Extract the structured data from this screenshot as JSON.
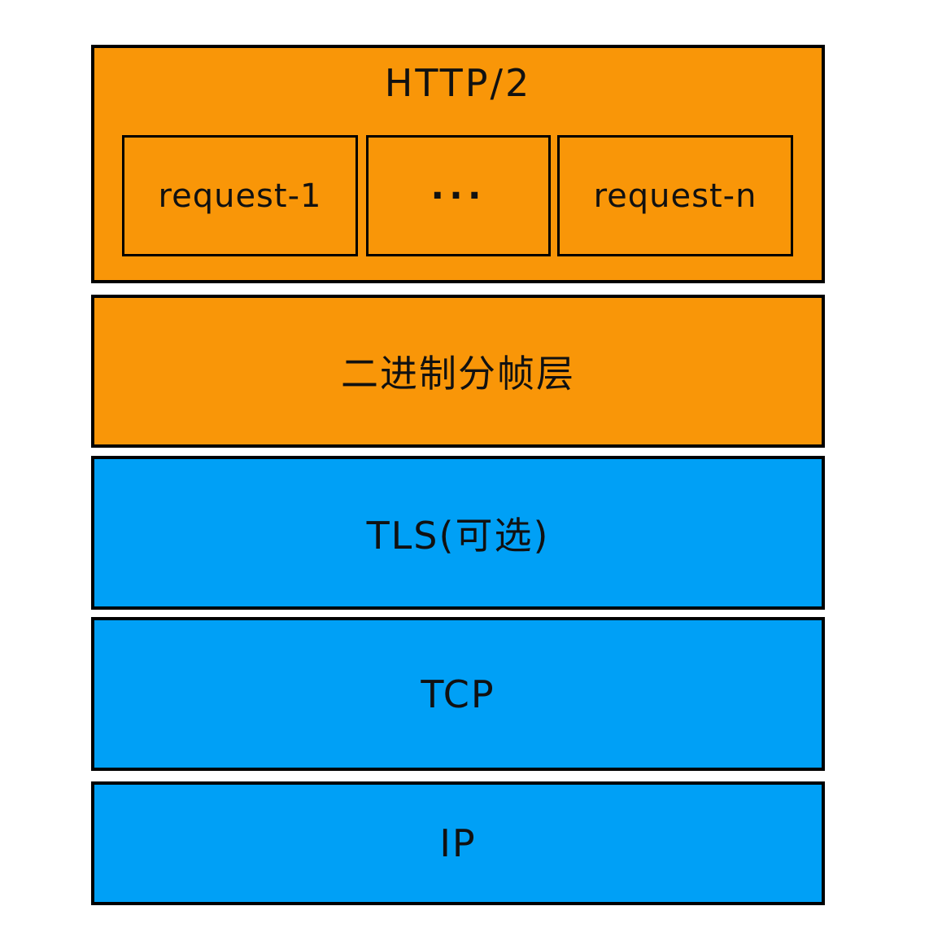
{
  "diagram": {
    "type": "layer-stack",
    "colors": {
      "orange": "#F99608",
      "blue": "#00A0F6",
      "border": "#000000",
      "text": "#111111",
      "background": "#FFFFFF"
    },
    "layers": [
      {
        "label": "HTTP/2",
        "fill": "orange",
        "children": [
          "request-1",
          "···",
          "request-n"
        ]
      },
      {
        "label": "二进制分帧层",
        "fill": "orange",
        "children": []
      },
      {
        "label": "TLS(可选)",
        "fill": "blue",
        "children": []
      },
      {
        "label": "TCP",
        "fill": "blue",
        "children": []
      },
      {
        "label": "IP",
        "fill": "blue",
        "children": []
      }
    ]
  }
}
